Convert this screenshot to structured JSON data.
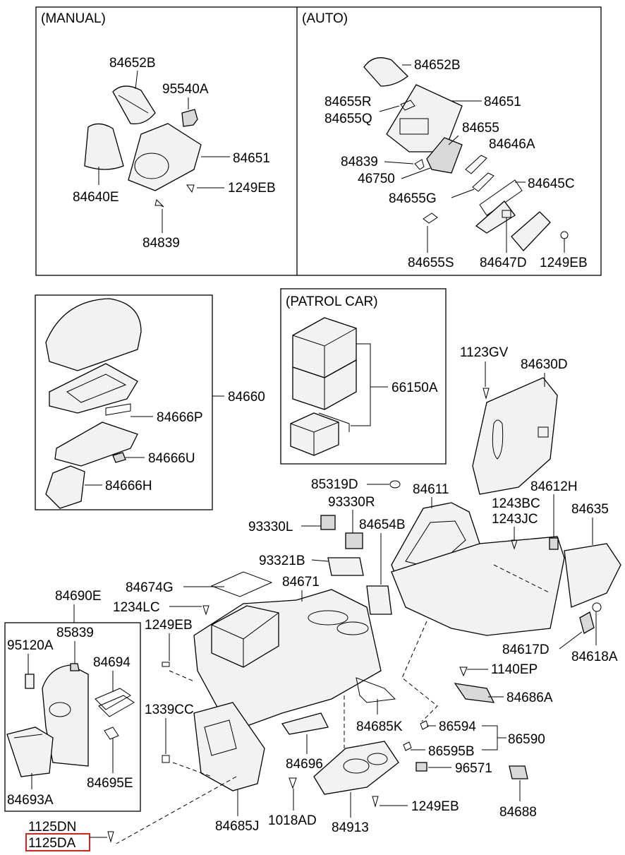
{
  "sections": {
    "manual": "(MANUAL)",
    "auto": "(AUTO)",
    "patrol": "(PATROL CAR)"
  },
  "colors": {
    "highlight": "#e02020",
    "line": "#000000"
  },
  "callouts": {
    "m_84652B": "84652B",
    "m_95540A": "95540A",
    "m_84651": "84651",
    "m_84640E": "84640E",
    "m_1249EB": "1249EB",
    "m_84839": "84839",
    "a_84652B": "84652B",
    "a_84655R": "84655R",
    "a_84655Q": "84655Q",
    "a_84651": "84651",
    "a_84655": "84655",
    "a_84646A": "84646A",
    "a_84839": "84839",
    "a_46750": "46750",
    "a_84645C": "84645C",
    "a_84655G": "84655G",
    "a_84655S": "84655S",
    "a_84647D": "84647D",
    "a_1249EB": "1249EB",
    "c_84660": "84660",
    "c_84666P": "84666P",
    "c_84666U": "84666U",
    "c_84666H": "84666H",
    "p_66150A": "66150A",
    "r_1123GV": "1123GV",
    "r_84630D": "84630D",
    "r_84611": "84611",
    "r_84612H": "84612H",
    "r_1243BC": "1243BC",
    "r_1243JC": "1243JC",
    "r_84635": "84635",
    "r_84617D": "84617D",
    "r_84618A": "84618A",
    "r_1140EP": "1140EP",
    "r_84686A": "84686A",
    "r_86594": "86594",
    "r_86590": "86590",
    "r_86595B": "86595B",
    "r_96571": "96571",
    "r_84688": "84688",
    "r_85319D": "85319D",
    "r_93330R": "93330R",
    "r_93330L": "93330L",
    "r_84654B": "84654B",
    "r_93321B": "93321B",
    "r_84674G": "84674G",
    "r_84671": "84671",
    "r_1234LC": "1234LC",
    "r_84690E": "84690E",
    "r_85839": "85839",
    "r_95120A": "95120A",
    "r_84694": "84694",
    "r_1249EB": "1249EB",
    "r_1339CC": "1339CC",
    "r_84685K": "84685K",
    "r_84696": "84696",
    "r_84695E": "84695E",
    "r_84693A": "84693A",
    "r_84685J": "84685J",
    "r_1018AD": "1018AD",
    "r_84913": "84913",
    "r_1249EB_b": "1249EB",
    "r_1125DN": "1125DN",
    "r_1125DA": "1125DA"
  }
}
